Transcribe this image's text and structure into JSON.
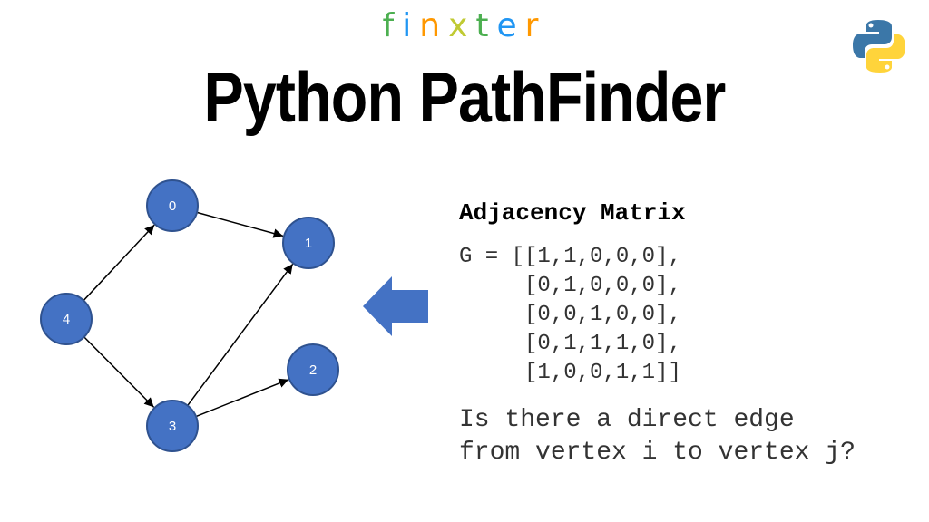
{
  "brand": {
    "letters": [
      "f",
      "i",
      "n",
      "x",
      "t",
      "e",
      "r"
    ],
    "colors": [
      "#4CAF50",
      "#2196F3",
      "#FF9800",
      "#C0CA33",
      "#4CAF50",
      "#2196F3",
      "#FF9800"
    ]
  },
  "title": "Python PathFinder",
  "logo": "python-logo",
  "graph": {
    "node_color": "#4472C4",
    "nodes": [
      {
        "label": "0"
      },
      {
        "label": "1"
      },
      {
        "label": "2"
      },
      {
        "label": "3"
      },
      {
        "label": "4"
      }
    ],
    "edges": [
      [
        "4",
        "0"
      ],
      [
        "4",
        "3"
      ],
      [
        "0",
        "1"
      ],
      [
        "3",
        "1"
      ],
      [
        "3",
        "2"
      ]
    ]
  },
  "arrow_color": "#4472C4",
  "matrix": {
    "title": "Adjacency Matrix",
    "rows": [
      "G = [[1,1,0,0,0],",
      "     [0,1,0,0,0],",
      "     [0,0,1,0,0],",
      "     [0,1,1,1,0],",
      "     [1,0,0,1,1]]"
    ]
  },
  "question": [
    "Is there a direct edge",
    "from vertex i to vertex j?"
  ]
}
